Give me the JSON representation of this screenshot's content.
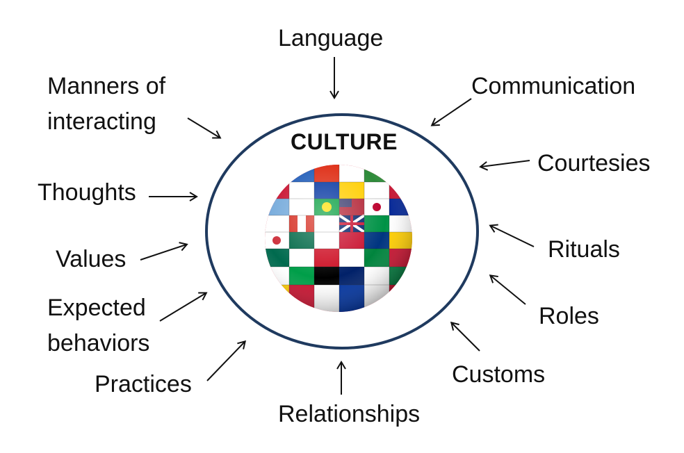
{
  "center": {
    "title": "CULTURE",
    "image_icon": "flag-globe-icon"
  },
  "colors": {
    "ring": "#1f3a5f",
    "arrow": "#111111",
    "text": "#111111"
  },
  "labels": {
    "language": "Language",
    "communication": "Communication",
    "manners_line1": "Manners of",
    "manners_line2": "interacting",
    "courtesies": "Courtesies",
    "thoughts": "Thoughts",
    "rituals": "Rituals",
    "values": "Values",
    "roles": "Roles",
    "expected_line1": "Expected",
    "expected_line2": "behaviors",
    "customs": "Customs",
    "practices": "Practices",
    "relationships": "Relationships"
  }
}
